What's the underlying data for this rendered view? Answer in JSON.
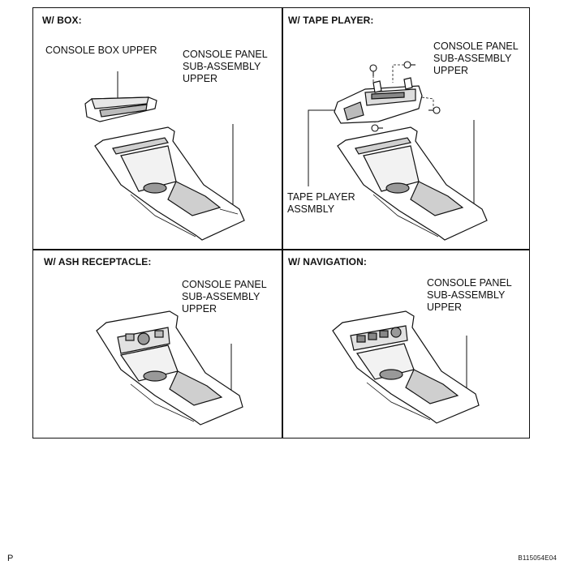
{
  "panels": {
    "box": {
      "title": "W/ BOX:",
      "label_box": "CONSOLE BOX UPPER",
      "label_panel": [
        "CONSOLE PANEL",
        "SUB-ASSEMBLY",
        "UPPER"
      ]
    },
    "tape": {
      "title": "W/ TAPE PLAYER:",
      "label_panel": [
        "CONSOLE PANEL",
        "SUB-ASSEMBLY",
        "UPPER"
      ],
      "label_tape": [
        "TAPE PLAYER",
        "ASSMBLY"
      ]
    },
    "ash": {
      "title": "W/ ASH RECEPTACLE:",
      "label_panel": [
        "CONSOLE PANEL",
        "SUB-ASSEMBLY",
        "UPPER"
      ]
    },
    "nav": {
      "title": "W/ NAVIGATION:",
      "label_panel": [
        "CONSOLE PANEL",
        "SUB-ASSEMBLY",
        "UPPER"
      ]
    }
  },
  "footer": {
    "left": "P",
    "code": "B115054E04"
  }
}
